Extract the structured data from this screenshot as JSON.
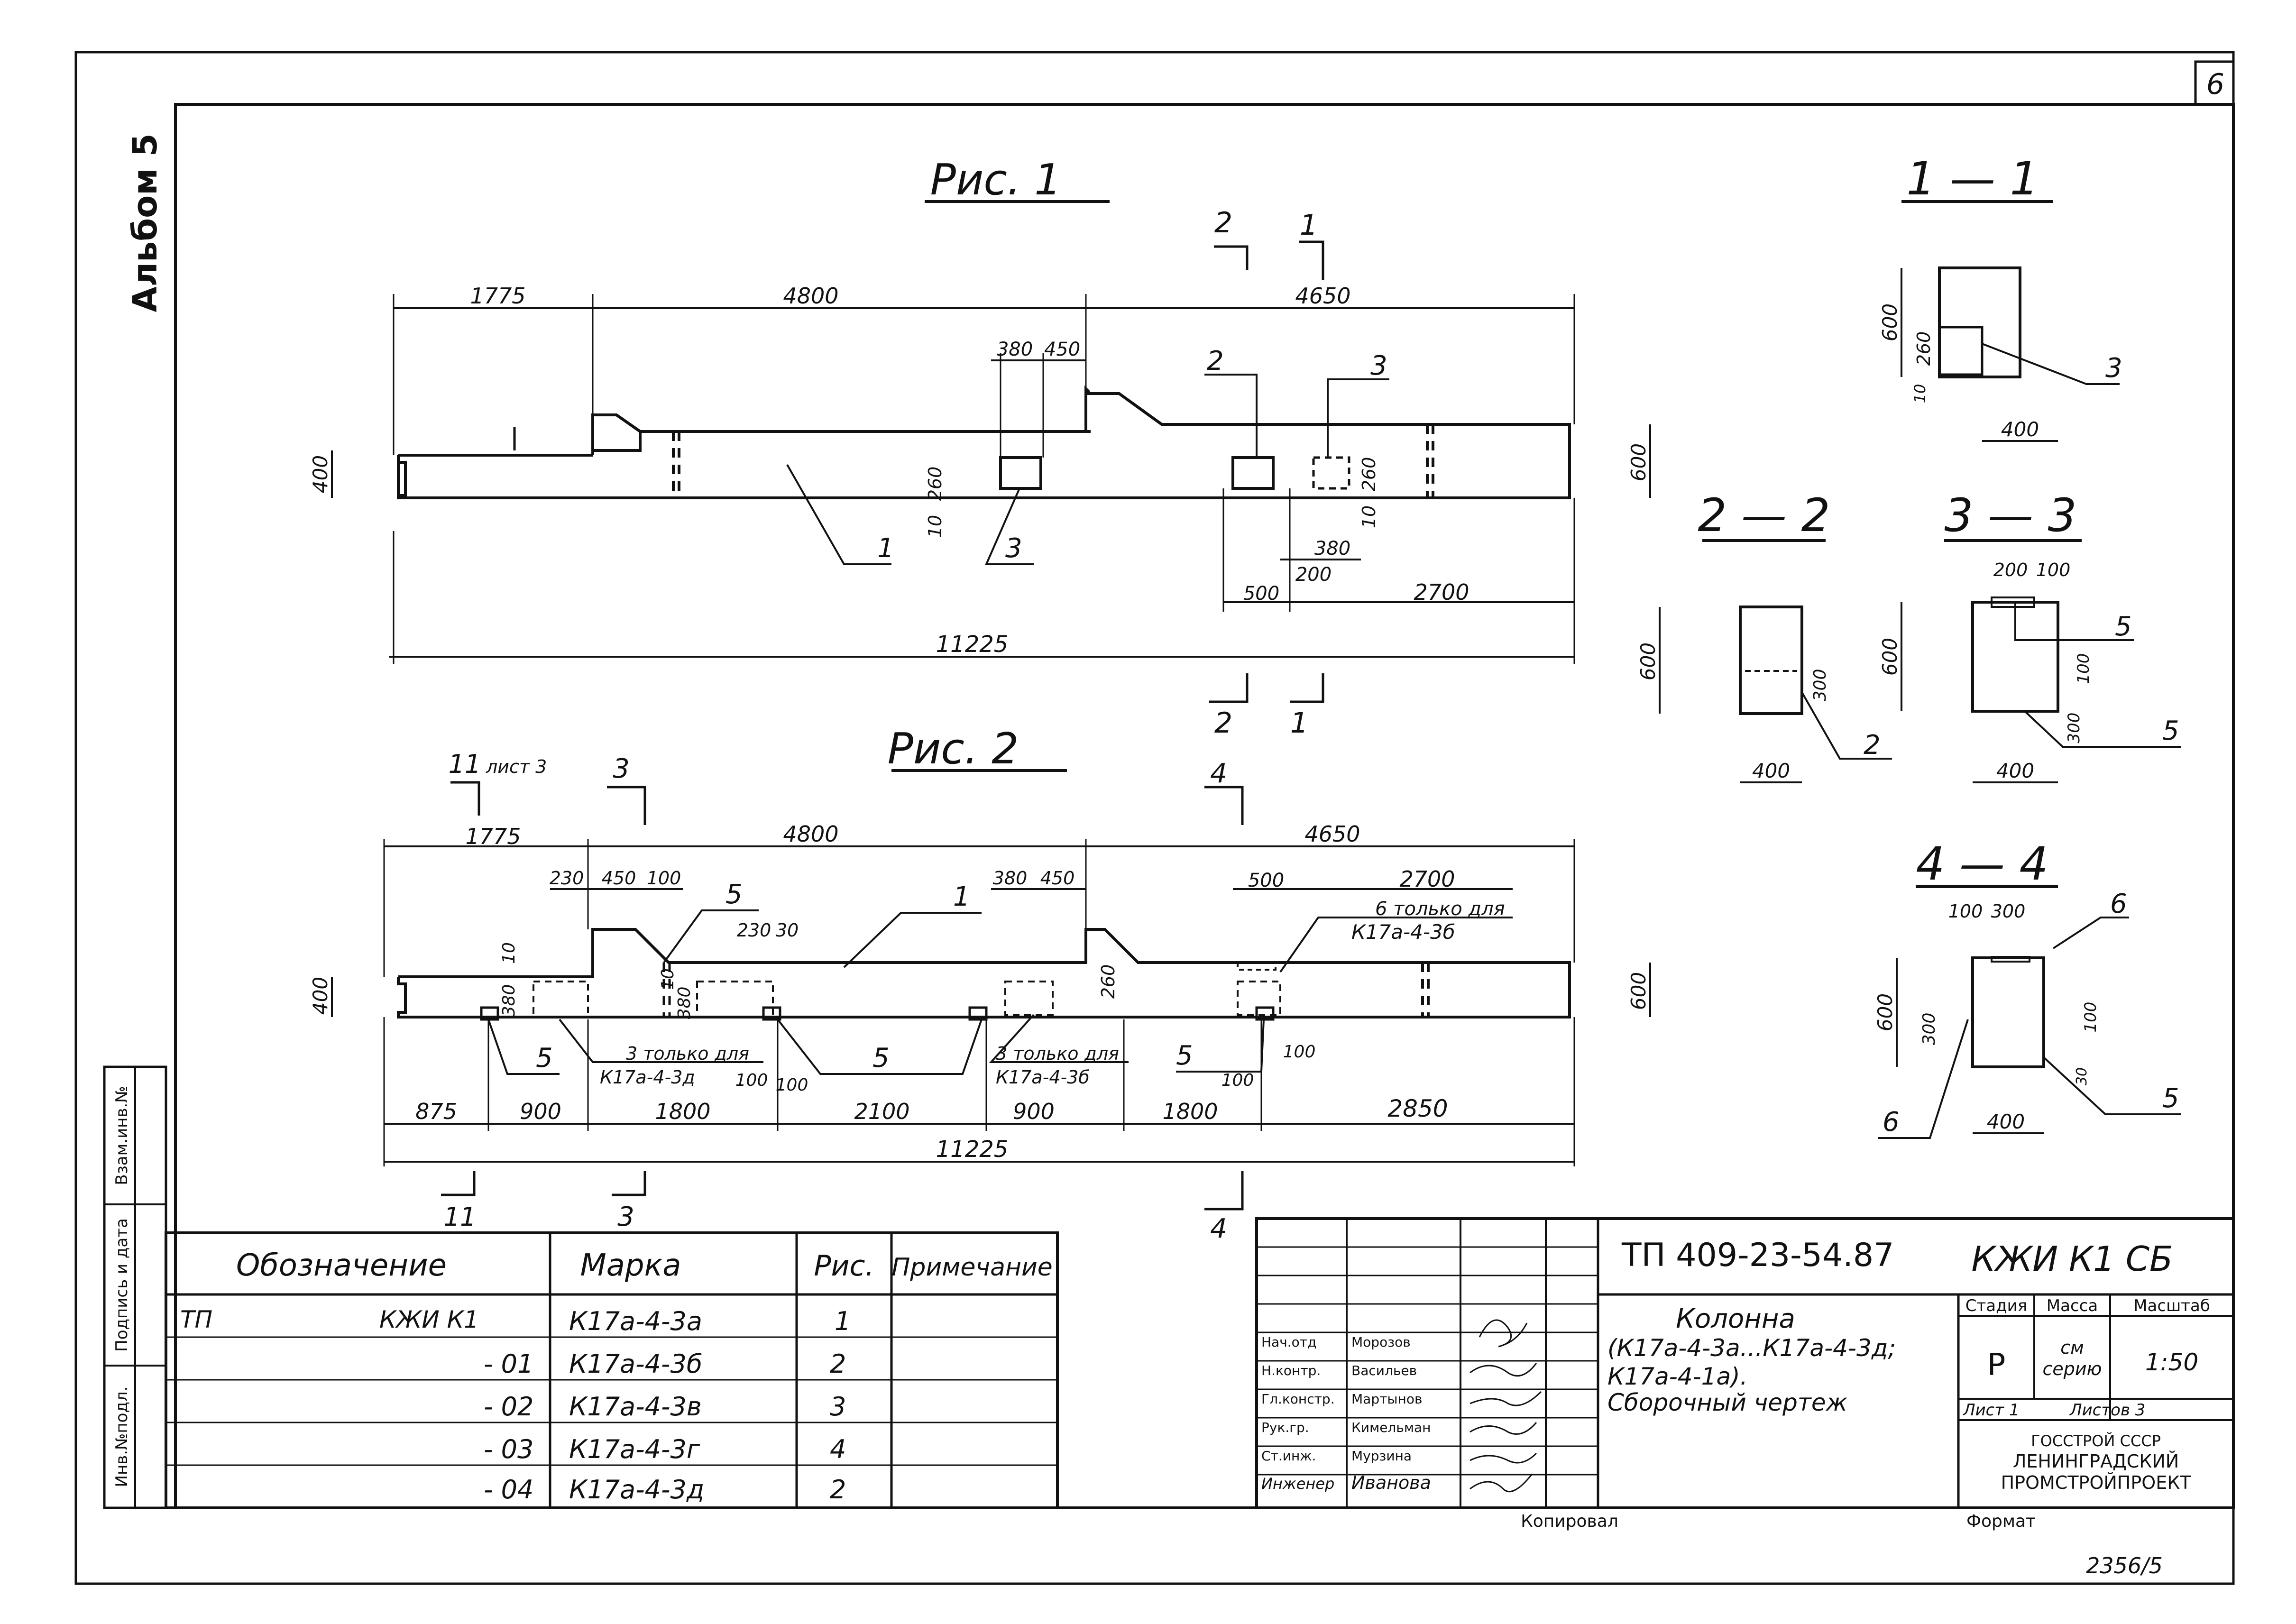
{
  "sheet": {
    "number": "6",
    "album": "Альбом 5",
    "bottom_code": "2356/5"
  },
  "side_stamp": {
    "inv_podl": "Инв.№подл.",
    "podpis": "Подпись и дата",
    "vzam": "Взам.инв.№"
  },
  "fig1": {
    "title": "Рис. 1",
    "dims": {
      "d1775": "1775",
      "d4800": "4800",
      "d4650": "4650",
      "d380": "380",
      "d450": "450",
      "d400": "400",
      "d600": "600",
      "d10a": "10",
      "d260a": "260",
      "d10b": "10",
      "d260b": "260",
      "d500": "500",
      "d380b": "380",
      "d200": "200",
      "d2700": "2700",
      "d11225": "11225"
    },
    "cut_labels": {
      "c2": "2",
      "c1": "1",
      "c2b": "2",
      "c1b": "1"
    },
    "callouts": {
      "p1": "1",
      "p2": "2",
      "p3a": "3",
      "p3b": "3"
    }
  },
  "fig2": {
    "title": "Рис. 2",
    "dims": {
      "d1775": "1775",
      "d4800": "4800",
      "d4650": "4650",
      "d230": "230",
      "d450": "450",
      "d100": "100",
      "d380": "380",
      "d450b": "450",
      "d500": "500",
      "d2700": "2700",
      "d230b": "230",
      "d30": "30",
      "d400": "400",
      "d600": "600",
      "d10": "10",
      "d380c": "380",
      "d10b": "10",
      "d380d": "380",
      "d260": "260",
      "d100b": "100",
      "d100c": "100",
      "d100d": "100",
      "d100e": "100",
      "d875": "875",
      "d900": "900",
      "d1800": "1800",
      "d2100": "2100",
      "d900b": "900",
      "d1800b": "1800",
      "d2850": "2850",
      "d11225": "11225"
    },
    "cut_labels": {
      "c11": "11",
      "c11_note": "лист 3",
      "c3": "3",
      "c4": "4",
      "c11b": "11",
      "c3b": "3",
      "c4b": "4"
    },
    "callouts": {
      "p1": "1",
      "p5a": "5",
      "p5b": "5",
      "p5c": "5",
      "p5d": "5",
      "p6": "6"
    },
    "notes": {
      "n6": "6 только для",
      "n6m": "К17а-4-3б",
      "n3": "3 только для",
      "n3m": "К17а-4-3д",
      "n3b": "3 только для",
      "n3bm": "К17а-4-3б"
    }
  },
  "sections": {
    "s11": {
      "title": "1 — 1",
      "d600": "600",
      "d260": "260",
      "d10": "10",
      "d400": "400",
      "p3": "3"
    },
    "s22": {
      "title": "2 — 2",
      "d600": "600",
      "d300": "300",
      "d400": "400",
      "p2": "2"
    },
    "s33": {
      "title": "3 — 3",
      "d200": "200",
      "d100": "100",
      "d600": "600",
      "d100b": "100",
      "d300": "300",
      "d400": "400",
      "p5a": "5",
      "p5b": "5"
    },
    "s44": {
      "title": "4 — 4",
      "d100": "100",
      "d300": "300",
      "d600": "600",
      "d300b": "300",
      "d100b": "100",
      "d30": "30",
      "d400": "400",
      "p6a": "6",
      "p6b": "6",
      "p5": "5"
    }
  },
  "spec_table": {
    "headers": {
      "oboz": "Обозначение",
      "marka": "Марка",
      "ris": "Рис.",
      "prim": "Примечание"
    },
    "rows": [
      {
        "oboz1": "ТП",
        "oboz2": "КЖИ К1",
        "marka": "К17а-4-3а",
        "ris": "1"
      },
      {
        "oboz1": "",
        "oboz2": "- 01",
        "marka": "К17а-4-3б",
        "ris": "2"
      },
      {
        "oboz1": "",
        "oboz2": "- 02",
        "marka": "К17а-4-3в",
        "ris": "3"
      },
      {
        "oboz1": "",
        "oboz2": "- 03",
        "marka": "К17а-4-3г",
        "ris": "4"
      },
      {
        "oboz1": "",
        "oboz2": "- 04",
        "marka": "К17а-4-3д",
        "ris": "2"
      }
    ]
  },
  "title_block": {
    "doc_code": "ТП 409-23-54.87",
    "mark": "КЖИ К1 СБ",
    "name1": "Колонна",
    "name2": "(К17а-4-3а...К17а-4-3д;",
    "name3": "К17а-4-1а).",
    "name4": "Сборочный чертеж",
    "stadia_h": "Стадия",
    "massa_h": "Масса",
    "masshtab_h": "Масштаб",
    "stadia": "Р",
    "massa1": "см",
    "massa2": "серию",
    "masshtab": "1:50",
    "list": "Лист 1",
    "listov": "Листов 3",
    "org1": "ГОССТРОЙ СССР",
    "org2": "ЛЕНИНГРАДСКИЙ",
    "org3": "ПРОМСТРОЙПРОЕКТ",
    "people": [
      {
        "role": "Нач.отд",
        "name": "Морозов"
      },
      {
        "role": "Н.контр.",
        "name": "Васильев"
      },
      {
        "role": "Гл.констр.",
        "name": "Мартынов"
      },
      {
        "role": "Рук.гр.",
        "name": "Кимельман"
      },
      {
        "role": "Ст.инж.",
        "name": "Мурзина"
      },
      {
        "role": "Инженер",
        "name": "Иванова"
      }
    ],
    "kopiroval": "Копировал",
    "format": "Формат"
  }
}
